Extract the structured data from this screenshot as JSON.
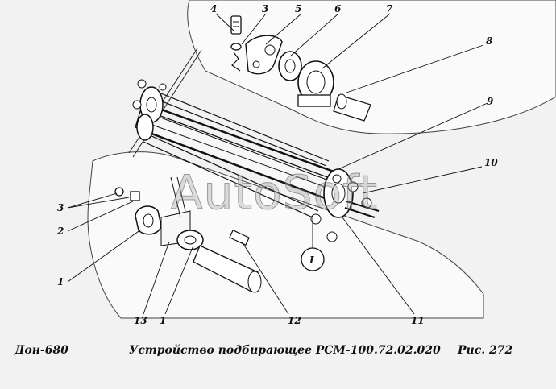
{
  "figure": {
    "watermark": "AutoSoft",
    "callouts": [
      "4",
      "3",
      "5",
      "6",
      "7",
      "8",
      "9",
      "10",
      "3",
      "2",
      "1",
      "13",
      "1",
      "12",
      "11"
    ],
    "detail_marker": "I"
  },
  "footer": {
    "model": "Дон-680",
    "title": "Устройство подбирающее РСМ-100.72.02.020",
    "figure_number": "Рис.  272"
  }
}
